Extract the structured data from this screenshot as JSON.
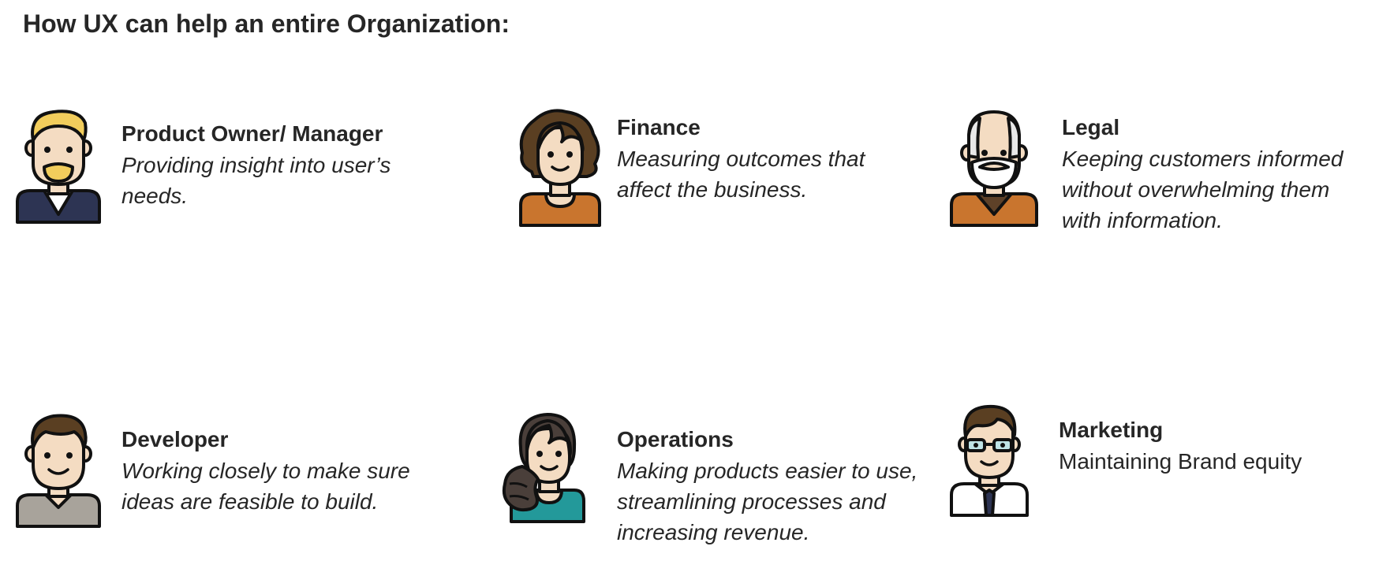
{
  "slide": {
    "title": "How UX can help an entire Organization:",
    "roles": [
      {
        "name": "Product Owner/ Manager",
        "description": "Providing insight into user’s needs.",
        "icon": "product-manager-avatar-icon"
      },
      {
        "name": "Finance",
        "description": "Measuring outcomes that affect the business.",
        "icon": "finance-avatar-icon"
      },
      {
        "name": "Legal",
        "description": "Keeping customers informed without overwhelming them with information.",
        "icon": "legal-avatar-icon"
      },
      {
        "name": "Developer",
        "description": "Working closely to make sure ideas are feasible to build.",
        "icon": "developer-avatar-icon"
      },
      {
        "name": "Operations",
        "description": "Making products easier to use, streamlining processes and increasing revenue.",
        "icon": "operations-avatar-icon"
      },
      {
        "name": "Marketing",
        "description": "Maintaining Brand equity",
        "icon": "marketing-avatar-icon"
      }
    ]
  },
  "colors": {
    "outline": "#111111",
    "skin": "#f4dcc2",
    "blonde_hair": "#f2cd5c",
    "dark_brown_hair": "#5a3f22",
    "grey_hair": "#e8e8e8",
    "navy_suit": "#2d3453",
    "orange_top": "#c9752e",
    "grey_sweater": "#a8a39b",
    "teal_top": "#23999a",
    "white_shirt": "#ffffff",
    "brown_vest": "#5e4128"
  }
}
